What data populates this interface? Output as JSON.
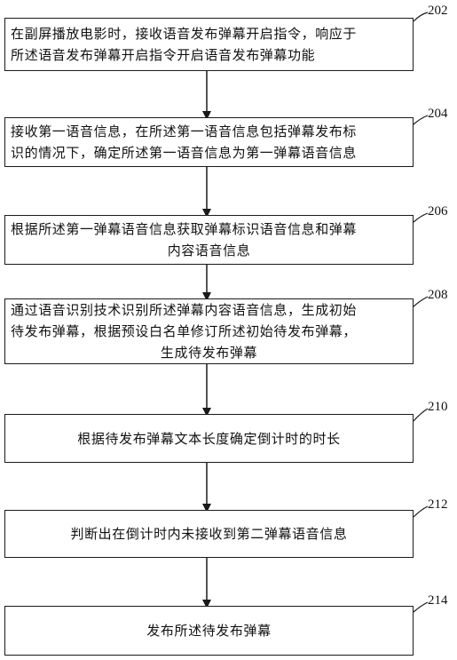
{
  "steps": [
    {
      "number": "202",
      "lines": [
        "在副屏播放电影时，接收语音发布弹幕开启指令，响应于",
        "所述语音发布弹幕开启指令开启语音发布弹幕功能"
      ]
    },
    {
      "number": "204",
      "lines": [
        "接收第一语音信息，在所述第一语音信息包括弹幕发布标",
        "识的情况下，确定所述第一语音信息为第一弹幕语音信息"
      ]
    },
    {
      "number": "206",
      "lines": [
        "根据所述第一弹幕语音信息获取弹幕标识语音信息和弹幕",
        "内容语音信息"
      ]
    },
    {
      "number": "208",
      "lines": [
        "通过语音识别技术识别所述弹幕内容语音信息，生成初始",
        "待发布弹幕，根据预设白名单修订所述初始待发布弹幕，",
        "生成待发布弹幕"
      ]
    },
    {
      "number": "210",
      "lines": [
        "根据待发布弹幕文本长度确定倒计时的时长"
      ]
    },
    {
      "number": "212",
      "lines": [
        "判断出在倒计时内未接收到第二弹幕语音信息"
      ]
    },
    {
      "number": "214",
      "lines": [
        "发布所述待发布弹幕"
      ]
    }
  ]
}
